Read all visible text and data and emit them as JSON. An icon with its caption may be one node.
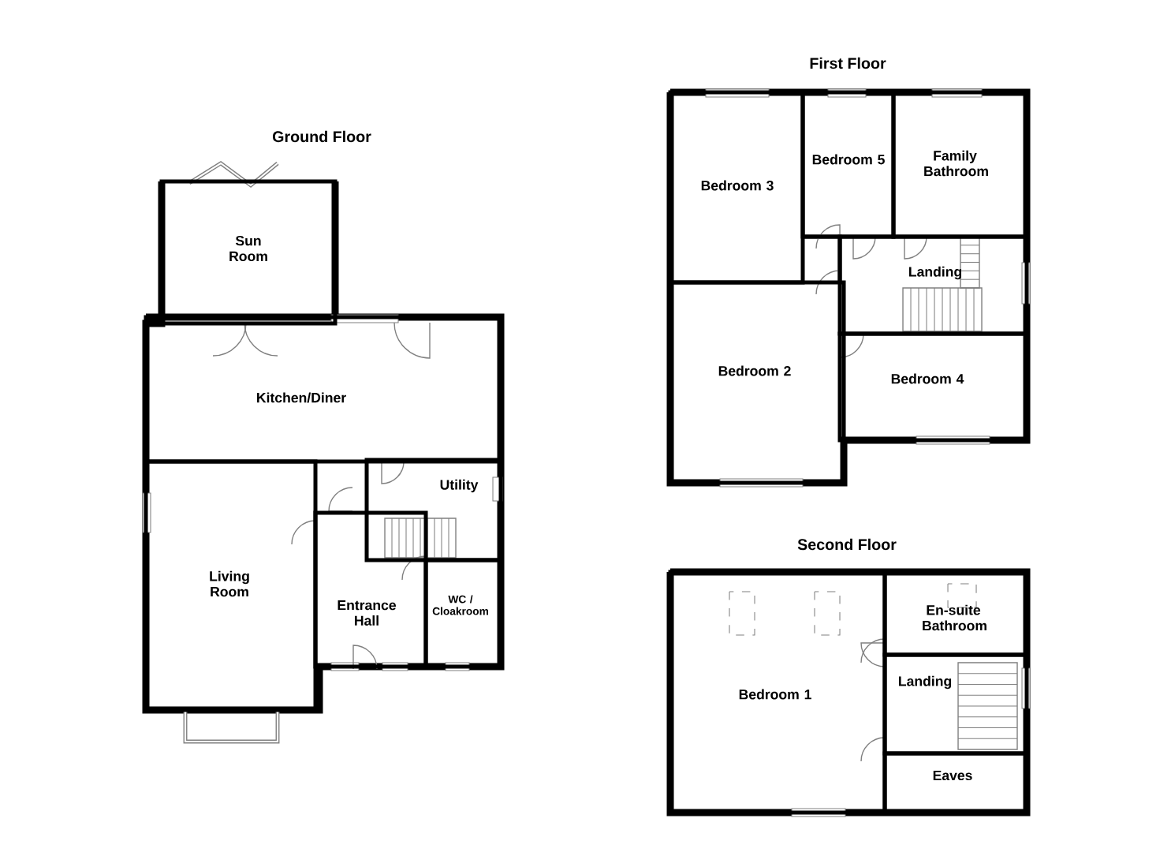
{
  "diagram": {
    "nodes": [
      {
        "text": [
          "Sun Room"
        ]
      },
      {
        "text": [
          "Kitchen/Diner"
        ]
      },
      {
        "text": [
          "Living Room"
        ]
      },
      {
        "text": [
          "Utility"
        ]
      },
      {
        "text": [
          "Entrance Hall"
        ]
      },
      {
        "text": [
          "WC / Cloakroom"
        ]
      },
      {
        "text": [
          "Bedroom 3"
        ]
      },
      {
        "text": [
          "Bedroom 5"
        ]
      },
      {
        "text": [
          "Family Bathroom"
        ]
      },
      {
        "text": [
          "Landing"
        ]
      },
      {
        "text": [
          "Bedroom 2"
        ]
      },
      {
        "text": [
          "Bedroom 4"
        ]
      },
      {
        "text": [
          "Bedroom 1"
        ]
      },
      {
        "text": [
          "En-suite Bathroom"
        ]
      },
      {
        "text": [
          "Landing"
        ]
      },
      {
        "text": [
          "Eaves"
        ]
      }
    ],
    "labels": [
      "Ground Floor",
      "First Floor",
      "Second Floor"
    ]
  }
}
